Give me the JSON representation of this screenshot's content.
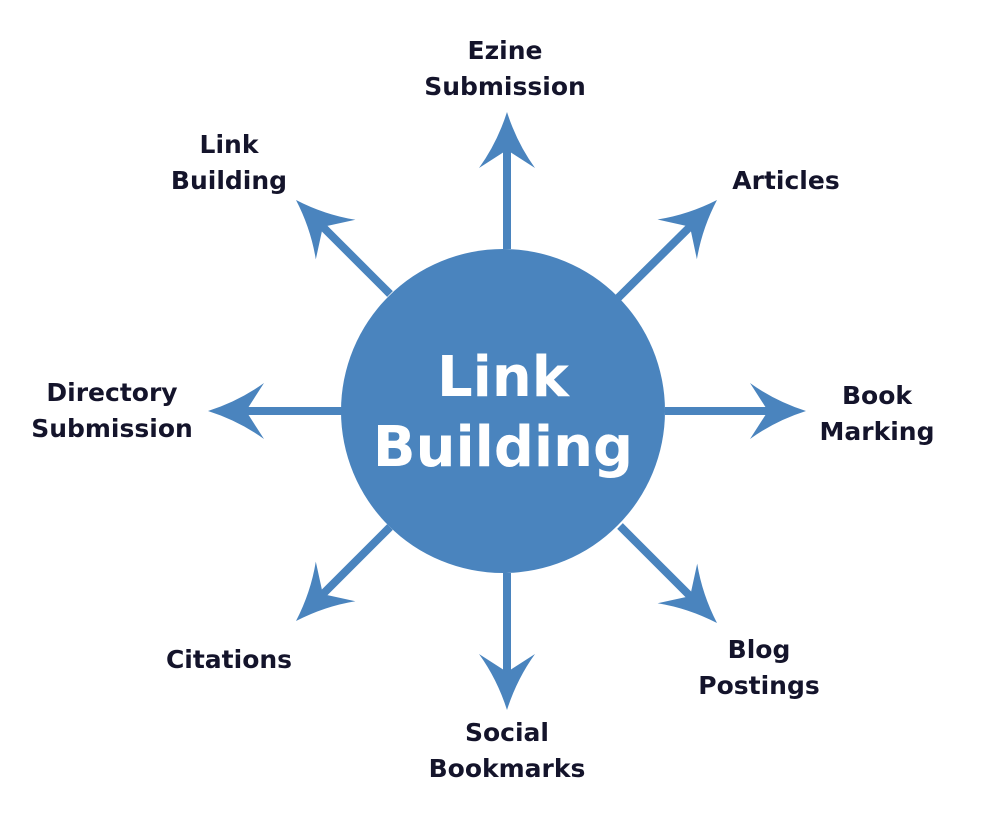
{
  "colors": {
    "accent": "#4a84be",
    "label": "#14142b",
    "center_text": "#ffffff",
    "background": "#ffffff"
  },
  "center": {
    "lines": [
      "Link",
      "Building"
    ]
  },
  "spokes": [
    {
      "id": "ezine-submission",
      "lines": [
        "Ezine",
        "Submission"
      ]
    },
    {
      "id": "articles",
      "lines": [
        "Articles"
      ]
    },
    {
      "id": "book-marking",
      "lines": [
        "Book",
        "Marking"
      ]
    },
    {
      "id": "blog-postings",
      "lines": [
        "Blog",
        "Postings"
      ]
    },
    {
      "id": "social-bookmarks",
      "lines": [
        "Social",
        "Bookmarks"
      ]
    },
    {
      "id": "citations",
      "lines": [
        "Citations"
      ]
    },
    {
      "id": "directory-submission",
      "lines": [
        "Directory",
        "Submission"
      ]
    },
    {
      "id": "link-building",
      "lines": [
        "Link",
        "Building"
      ]
    }
  ]
}
